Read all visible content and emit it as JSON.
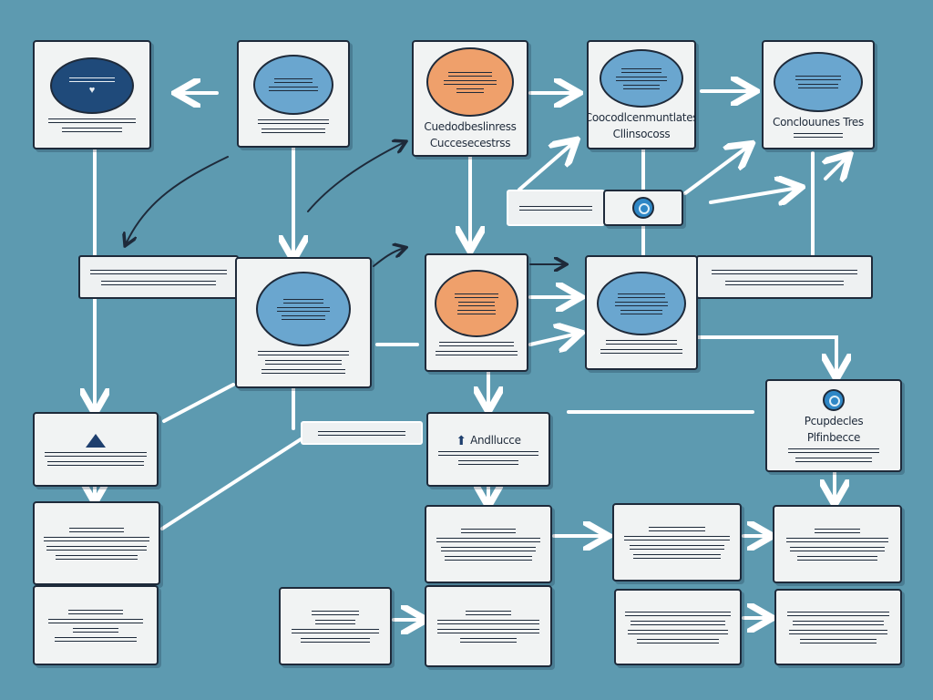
{
  "colors": {
    "background": "#5d9ab0",
    "card": "#f1f3f3",
    "outline": "#1e2a3a",
    "navy": "#1f4a7a",
    "sky": "#6aa6cf",
    "peach": "#efa06b",
    "connector": "#ffffff"
  },
  "nodes": {
    "top_center": {
      "title": "Cuedodbeslinress",
      "subtitle": "Cuccesecestrss"
    },
    "top_right1": {
      "title": "Coocodlcenmuntlates",
      "subtitle": "Cllinsocoss"
    },
    "top_right2": {
      "title": "Conclouunes Tres"
    },
    "right_mid": {
      "title_line1": "Pcupdecles",
      "title_line2": "Plfinbecce"
    },
    "mid_center_small": {
      "title": "Andllucce"
    }
  },
  "icons": [
    "heart-icon",
    "globe-icon",
    "triangle-icon",
    "arrow-up-icon",
    "split-icon"
  ]
}
